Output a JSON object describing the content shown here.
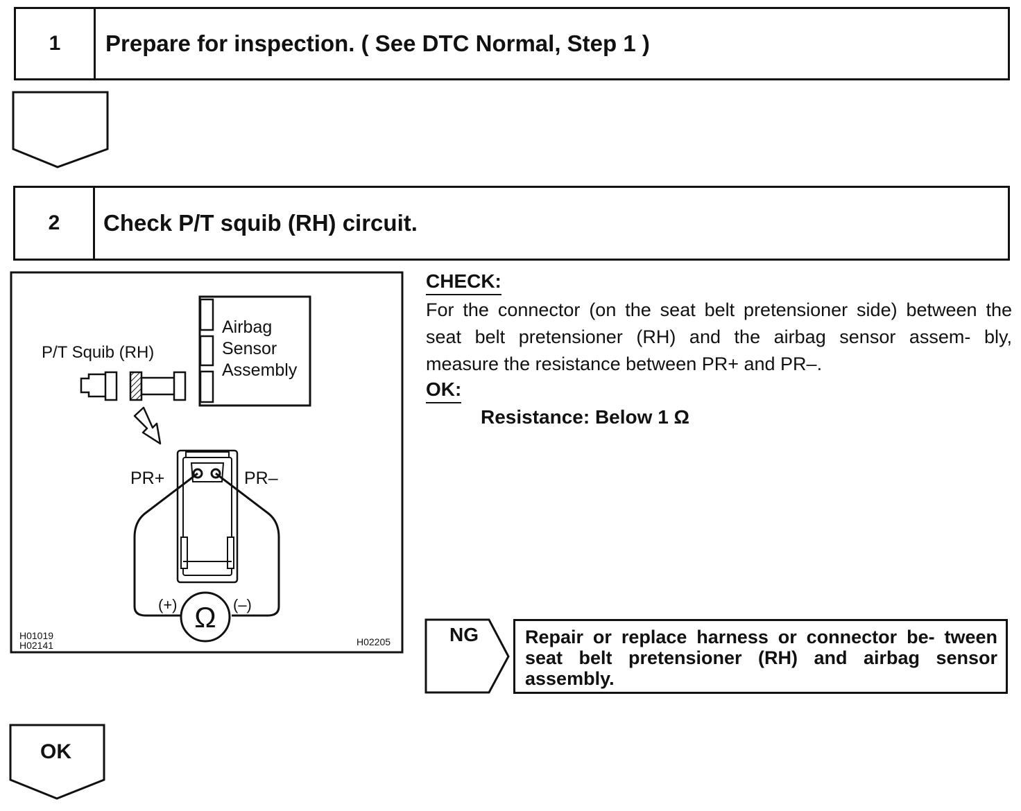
{
  "steps": [
    {
      "number": "1",
      "title": "Prepare for inspection. ( See DTC Normal, Step 1 )"
    },
    {
      "number": "2",
      "title": "Check P/T squib (RH) circuit."
    }
  ],
  "figure": {
    "squib_label": "P/T Squib (RH)",
    "sensor_label": [
      "Airbag",
      "Sensor",
      "Assembly"
    ],
    "terminal_plus": "PR+",
    "terminal_minus": "PR–",
    "meter_plus": "(+)",
    "meter_minus": "(–)",
    "ohm_symbol": "Ω",
    "code_left_1": "H01019",
    "code_left_2": "H02141",
    "code_right": "H02205"
  },
  "check": {
    "heading": "CHECK:",
    "body": "For the connector (on the seat belt pretensioner side) between the seat belt pretensioner (RH) and the airbag sensor assem- bly, measure the resistance between PR+ and PR–.",
    "ok_heading": "OK:",
    "spec": "Resistance: Below 1 Ω"
  },
  "ng": {
    "label": "NG",
    "action": "Repair or replace harness or connector be- tween seat belt pretensioner (RH) and airbag sensor assembly."
  },
  "ok": {
    "label": "OK"
  }
}
